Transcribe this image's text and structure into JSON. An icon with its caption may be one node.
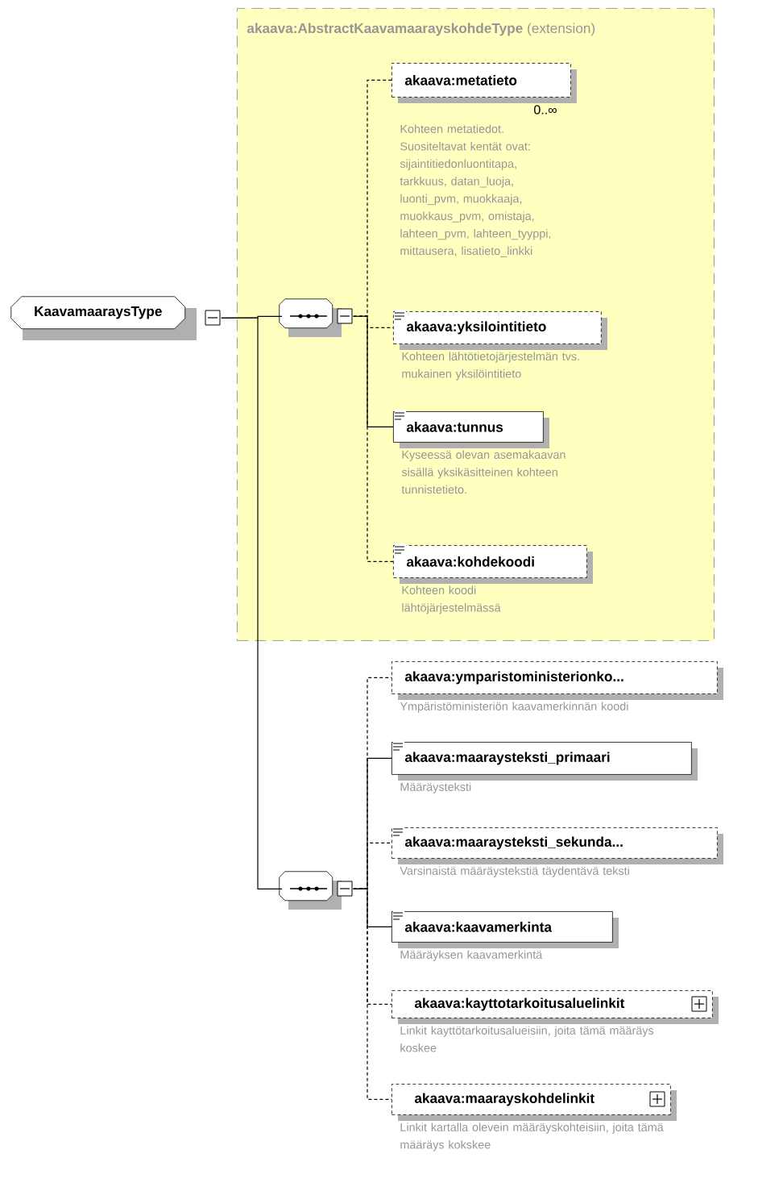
{
  "diagram": {
    "nodes": [
      {
        "text": [
          "KaavamaaraysType"
        ]
      },
      {
        "text": [
          "**akaava:AbstractKaavamaarayskohdeType** (extension)"
        ]
      },
      {
        "text": [],
        "shape": "octagon",
        "in": 1
      },
      {
        "text": [
          "akaava:metatieto"
        ],
        "in": 1,
        "beside": [
          "0..∞",
          "Kohteen metatiedot. Suositeltavat kentät ovat: sijaintitiedonluontitapa, tarkkuus, datan_luoja, luonti_pvm, muokkaaja, muokkaus_pvm, omistaja, lahteen_pvm, lahteen_tyyppi, mittausera, lisatieto_linkki"
        ]
      },
      {
        "text": [
          "akaava:yksilointitieto"
        ],
        "in": 1,
        "beside": [
          "Kohteen lähtötietojärjestelmän tvs. mukainen yksilöintitieto"
        ]
      },
      {
        "text": [
          "akaava:tunnus"
        ],
        "in": 1,
        "beside": [
          "Kyseessä olevan asemakaavan sisällä yksikäsitteinen kohteen tunnistetieto."
        ]
      },
      {
        "text": [
          "akaava:kohdekoodi"
        ],
        "in": 1,
        "beside": [
          "Kohteen koodi lähtöjärjestelmässä"
        ]
      },
      {
        "text": [],
        "shape": "octagon"
      },
      {
        "text": [
          "akaava:ymparistoministerionko..."
        ],
        "beside": [
          "Ympäristöministeriön kaavamerkinnän koodi"
        ]
      },
      {
        "text": [
          "akaava:maaraysteksti_primaari"
        ],
        "beside": [
          "Määräysteksti"
        ]
      },
      {
        "text": [
          "akaava:maaraysteksti_sekunda..."
        ],
        "beside": [
          "Varsinaistä määräystekstiä täydentävä teksti"
        ]
      },
      {
        "text": [
          "akaava:kaavamerkinta"
        ],
        "beside": [
          "Määräyksen kaavamerkintä"
        ]
      },
      {
        "text": [
          "akaava:kayttotarkoitusaluelinkit"
        ],
        "beside": [
          "Linkit kayttötarkoitusalueisiin, joita tämä määräys koskee"
        ]
      },
      {
        "text": [
          "akaava:maarayskohdelinkit"
        ],
        "beside": [
          "Linkit kartalla olevein määräyskohteisiin, joita tämä määräys kokskee"
        ]
      }
    ],
    "edges": [
      {
        "from": 0,
        "to": 2,
        "arrow": "none"
      },
      {
        "from": 0,
        "to": 7,
        "arrow": "none"
      },
      {
        "from": 2,
        "to": 3,
        "arrow": "none",
        "style": "dashed"
      },
      {
        "from": 2,
        "to": 4,
        "arrow": "none",
        "style": "dashed"
      },
      {
        "from": 2,
        "to": 5,
        "arrow": "none"
      },
      {
        "from": 2,
        "to": 6,
        "arrow": "none",
        "style": "dashed"
      },
      {
        "from": 7,
        "to": 8,
        "arrow": "none",
        "style": "dashed"
      },
      {
        "from": 7,
        "to": 9,
        "arrow": "none"
      },
      {
        "from": 7,
        "to": 10,
        "arrow": "none",
        "style": "dashed"
      },
      {
        "from": 7,
        "to": 11,
        "arrow": "none"
      },
      {
        "from": 7,
        "to": 12,
        "arrow": "none",
        "style": "dashed"
      },
      {
        "from": 7,
        "to": 13,
        "arrow": "none",
        "style": "dashed"
      }
    ]
  }
}
